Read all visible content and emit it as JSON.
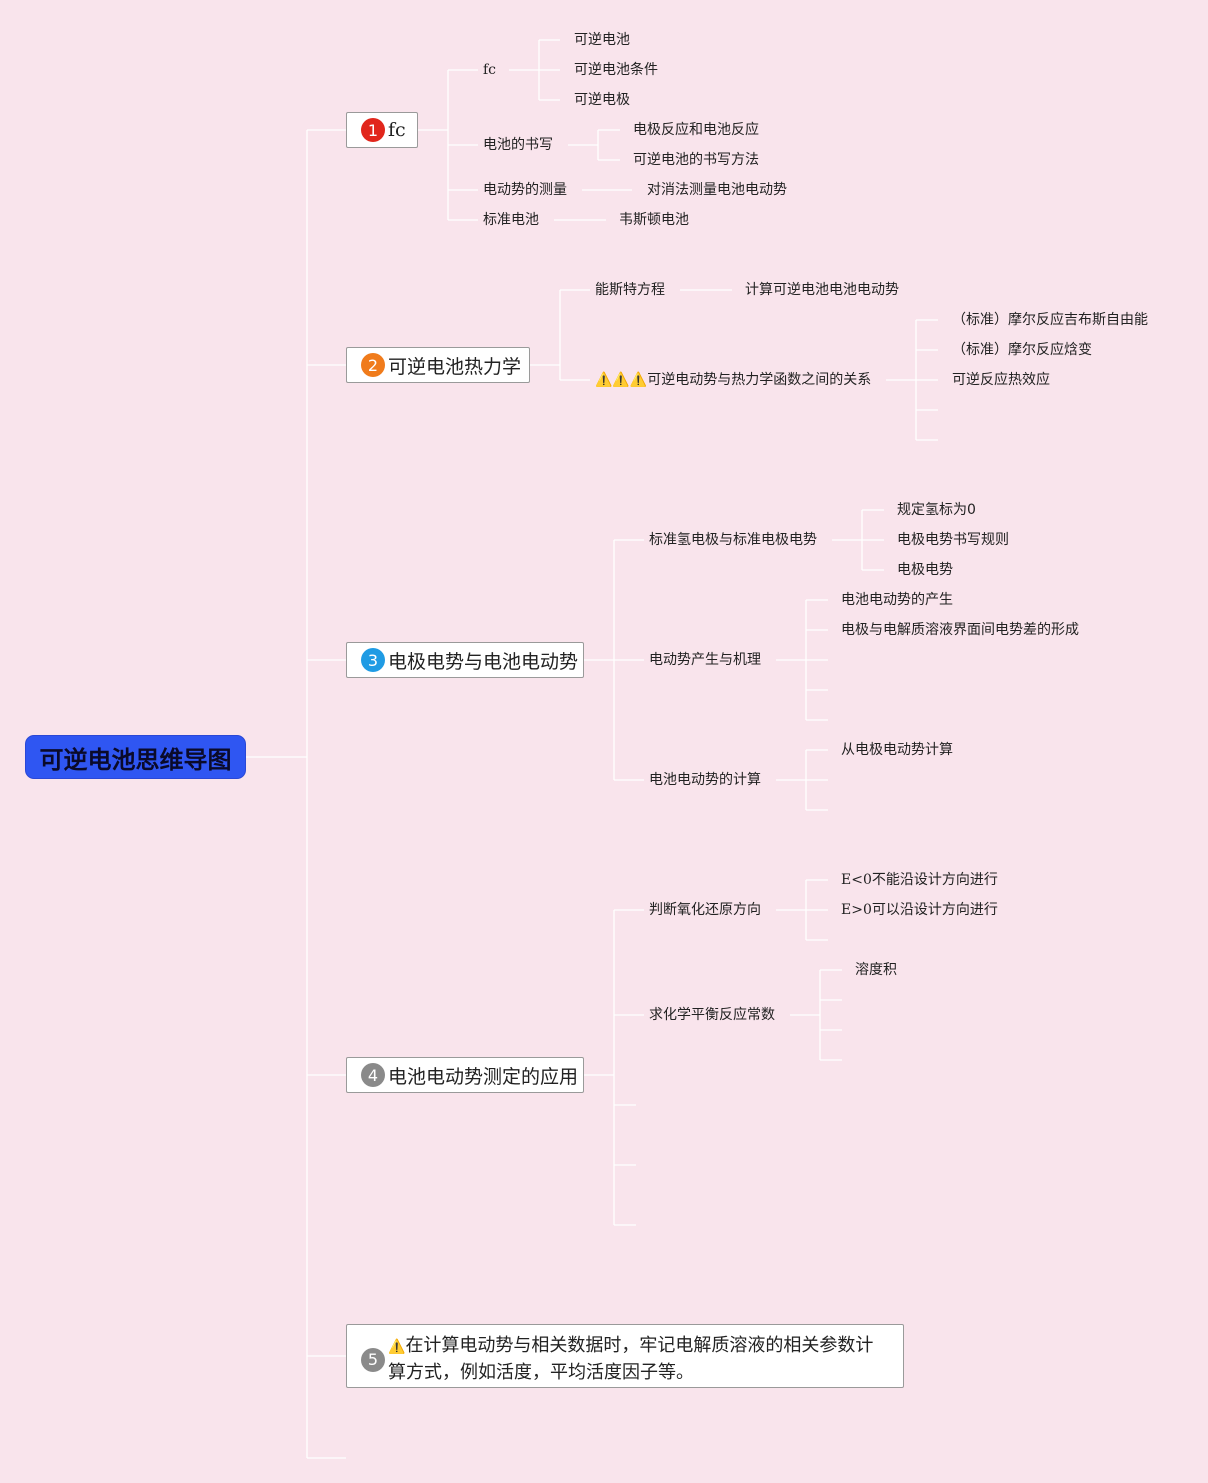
{
  "root": {
    "title": "可逆电池思维导图"
  },
  "topics": [
    {
      "number": "1",
      "label": "fc",
      "children": [
        {
          "label": "fc",
          "children": [
            "可逆电池",
            "可逆电池条件",
            "可逆电极"
          ]
        },
        {
          "label": "电池的书写",
          "children": [
            "电极反应和电池反应",
            "可逆电池的书写方法"
          ]
        },
        {
          "label": "电动势的测量",
          "children": [
            "对消法测量电池电动势"
          ]
        },
        {
          "label": "标准电池",
          "children": [
            "韦斯顿电池"
          ]
        }
      ]
    },
    {
      "number": "2",
      "label": "可逆电池热力学",
      "children": [
        {
          "label": "能斯特方程",
          "children": [
            "计算可逆电池电池电动势"
          ]
        },
        {
          "warning": "⚠️⚠️⚠️",
          "label": "可逆电动势与热力学函数之间的关系",
          "children": [
            "（标准）摩尔反应吉布斯自由能",
            "（标准）摩尔反应焓变",
            "可逆反应热效应"
          ]
        }
      ]
    },
    {
      "number": "3",
      "label": "电极电势与电池电动势",
      "children": [
        {
          "label": "标准氢电极与标准电极电势",
          "children": [
            "规定氢标为0",
            "电极电势书写规则",
            "电极电势"
          ]
        },
        {
          "label": "电动势产生与机理",
          "children": [
            "电池电动势的产生",
            "电极与电解质溶液界面间电势差的形成"
          ]
        },
        {
          "label": "电池电动势的计算",
          "children": [
            "从电极电动势计算"
          ]
        }
      ]
    },
    {
      "number": "4",
      "label": "电池电动势测定的应用",
      "children": [
        {
          "label": "判断氧化还原方向",
          "children": [
            "E<0不能沿设计方向进行",
            "E>0可以沿设计方向进行"
          ]
        },
        {
          "label": "求化学平衡反应常数",
          "children": [
            "溶度积"
          ]
        }
      ]
    },
    {
      "number": "5",
      "warning": "⚠️",
      "label": "在计算电动势与相关数据时，牢记电解质溶液的相关参数计算方式，例如活度，平均活度因子等。"
    }
  ],
  "colors": {
    "background": "#f9e4ec",
    "root_fill": "#2f56f2",
    "connector": "#ffffff",
    "badge_1": "#e1261c",
    "badge_2": "#f07b1b",
    "badge_3": "#1f9be4",
    "badge_4": "#8a8a8a",
    "badge_5": "#8a8a8a"
  }
}
